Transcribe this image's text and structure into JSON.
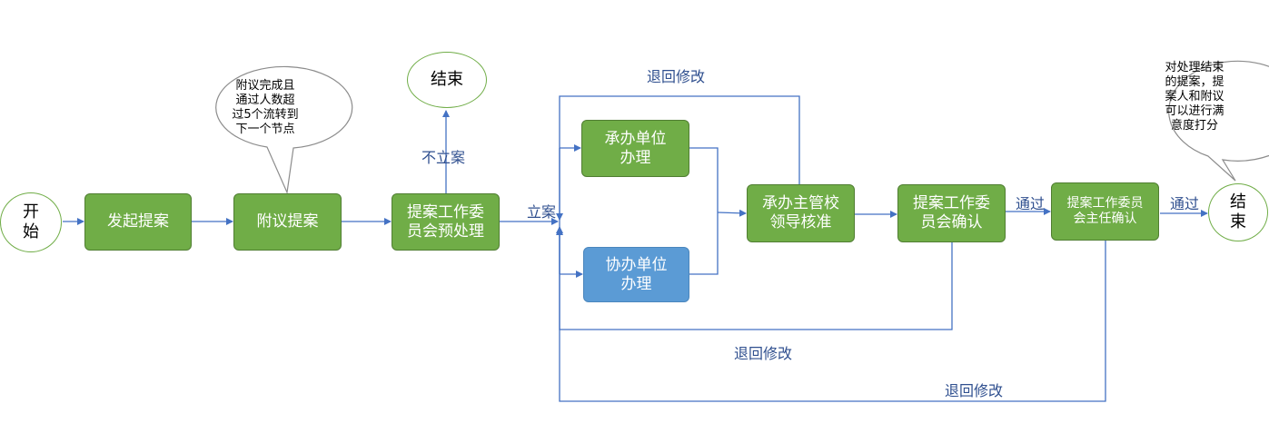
{
  "nodes": {
    "start": "开\n始",
    "initiate": "发起提案",
    "cosign": "附议提案",
    "preprocess": "提案工作委\n员会预处理",
    "end_top": "结束",
    "host_unit": "承办单位\n办理",
    "assist_unit": "协办单位\n办理",
    "leader_review": "承办主管校\n领导核准",
    "committee_confirm": "提案工作委\n员会确认",
    "director_confirm": "提案工作委员\n会主任确认",
    "end_right": "结\n束"
  },
  "edge_labels": {
    "not_filed": "不立案",
    "filed": "立案",
    "return_top": "退回修改",
    "return_middle": "退回修改",
    "return_bottom": "退回修改",
    "pass_1": "通过",
    "pass_2": "通过"
  },
  "callouts": {
    "cosign_note": "附议完成且\n通过人数超\n过5个流转到\n下一个节点",
    "rating_note": "对处理结束\n的提案，提\n案人和附议\n可以进行满\n意度打分"
  },
  "colors": {
    "node_green": "#70ad47",
    "node_blue": "#5b9bd5",
    "connector": "#4472c4",
    "label_text": "#2f4f8f"
  }
}
